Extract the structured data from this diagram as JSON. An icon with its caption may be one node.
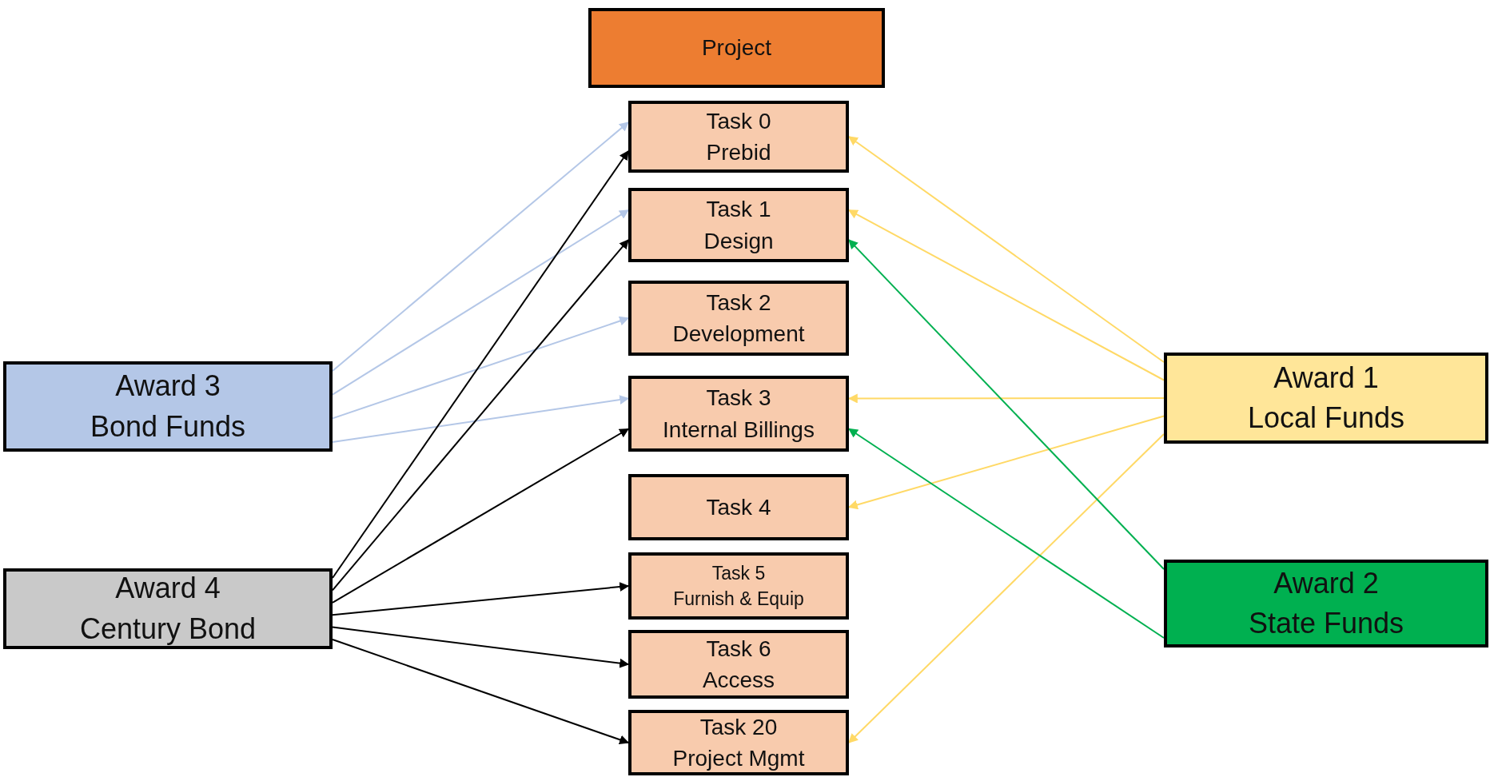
{
  "diagram": {
    "nodes": [
      {
        "text": [
          "Project"
        ]
      },
      {
        "text": [
          "Task 0",
          "Prebid"
        ]
      },
      {
        "text": [
          "Task 1",
          "Design"
        ]
      },
      {
        "text": [
          "Task 2",
          "Development"
        ]
      },
      {
        "text": [
          "Task 3",
          "Internal Billings"
        ]
      },
      {
        "text": [
          "Task 4"
        ]
      },
      {
        "text": [
          "Task 5",
          "Furnish & Equip"
        ]
      },
      {
        "text": [
          "Task 6",
          "Access"
        ]
      },
      {
        "text": [
          "Task 20",
          "Project Mgmt"
        ]
      },
      {
        "text": [
          "Award 3",
          "Bond Funds"
        ]
      },
      {
        "text": [
          "Award 4",
          "Century Bond"
        ]
      },
      {
        "text": [
          "Award 1",
          "Local Funds"
        ]
      },
      {
        "text": [
          "Award 2",
          "State Funds"
        ]
      }
    ],
    "edges": [
      {
        "from": 9,
        "to": 1,
        "arrow": "to",
        "color": "#b4c7e7"
      },
      {
        "from": 9,
        "to": 2,
        "arrow": "to",
        "color": "#b4c7e7"
      },
      {
        "from": 9,
        "to": 3,
        "arrow": "to",
        "color": "#b4c7e7"
      },
      {
        "from": 9,
        "to": 4,
        "arrow": "to",
        "color": "#b4c7e7"
      },
      {
        "from": 10,
        "to": 1,
        "arrow": "to"
      },
      {
        "from": 10,
        "to": 2,
        "arrow": "to"
      },
      {
        "from": 10,
        "to": 4,
        "arrow": "to"
      },
      {
        "from": 10,
        "to": 6,
        "arrow": "to"
      },
      {
        "from": 10,
        "to": 7,
        "arrow": "to"
      },
      {
        "from": 10,
        "to": 8,
        "arrow": "to"
      },
      {
        "from": 11,
        "to": 1,
        "arrow": "to",
        "color": "#ffd966"
      },
      {
        "from": 11,
        "to": 2,
        "arrow": "to",
        "color": "#ffd966"
      },
      {
        "from": 11,
        "to": 4,
        "arrow": "to",
        "color": "#ffd966"
      },
      {
        "from": 11,
        "to": 5,
        "arrow": "to",
        "color": "#ffd966"
      },
      {
        "from": 11,
        "to": 8,
        "arrow": "to",
        "color": "#ffd966"
      },
      {
        "from": 12,
        "to": 2,
        "arrow": "to",
        "color": "#00b050"
      },
      {
        "from": 12,
        "to": 4,
        "arrow": "to",
        "color": "#00b050"
      }
    ]
  }
}
